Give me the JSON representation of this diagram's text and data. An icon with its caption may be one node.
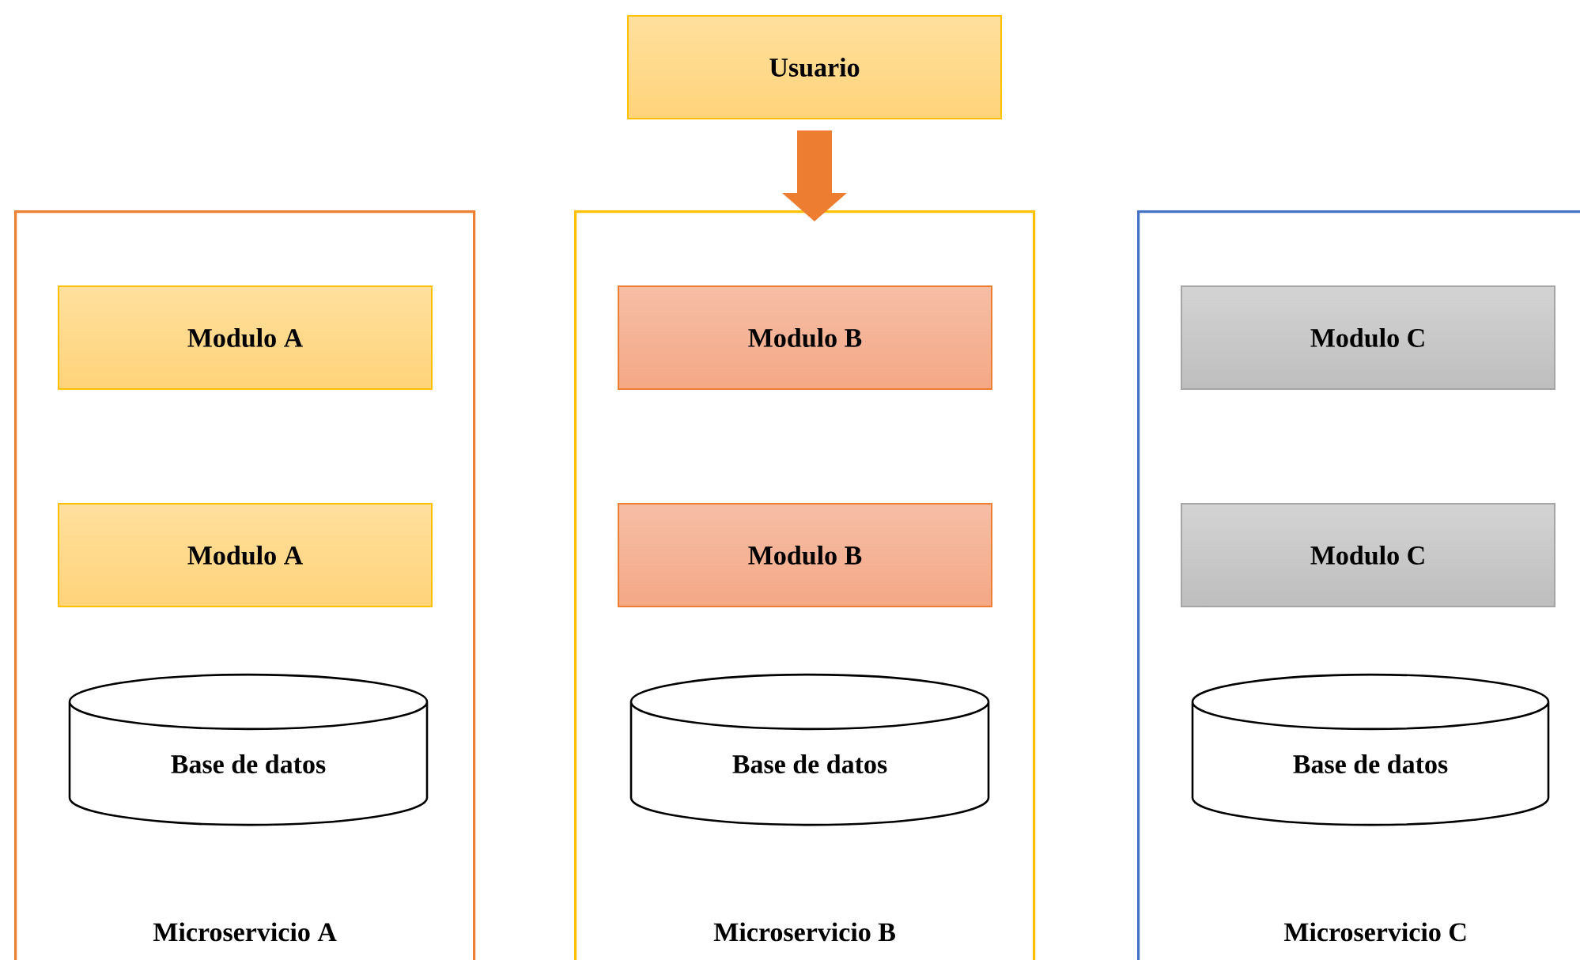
{
  "diagram": {
    "nodes": [
      {
        "text": [
          "Usuario"
        ]
      },
      {
        "text": [
          "Microservicio A"
        ]
      },
      {
        "text": [
          "Modulo A"
        ],
        "in": 1
      },
      {
        "text": [
          "Modulo A"
        ],
        "in": 1
      },
      {
        "text": [
          "Base de datos"
        ],
        "in": 1
      },
      {
        "text": [
          "Microservicio B"
        ]
      },
      {
        "text": [
          "Modulo B"
        ],
        "in": 5
      },
      {
        "text": [
          "Modulo B"
        ],
        "in": 5
      },
      {
        "text": [
          "Base de datos"
        ],
        "in": 5
      },
      {
        "text": [
          "Microservicio C"
        ]
      },
      {
        "text": [
          "Modulo C"
        ],
        "in": 9
      },
      {
        "text": [
          "Modulo C"
        ],
        "in": 9
      },
      {
        "text": [
          "Base de datos"
        ],
        "in": 9
      }
    ],
    "edges": [
      {
        "from": 0,
        "to": 5,
        "arrow": "to",
        "color": "#ed7d31"
      }
    ]
  }
}
